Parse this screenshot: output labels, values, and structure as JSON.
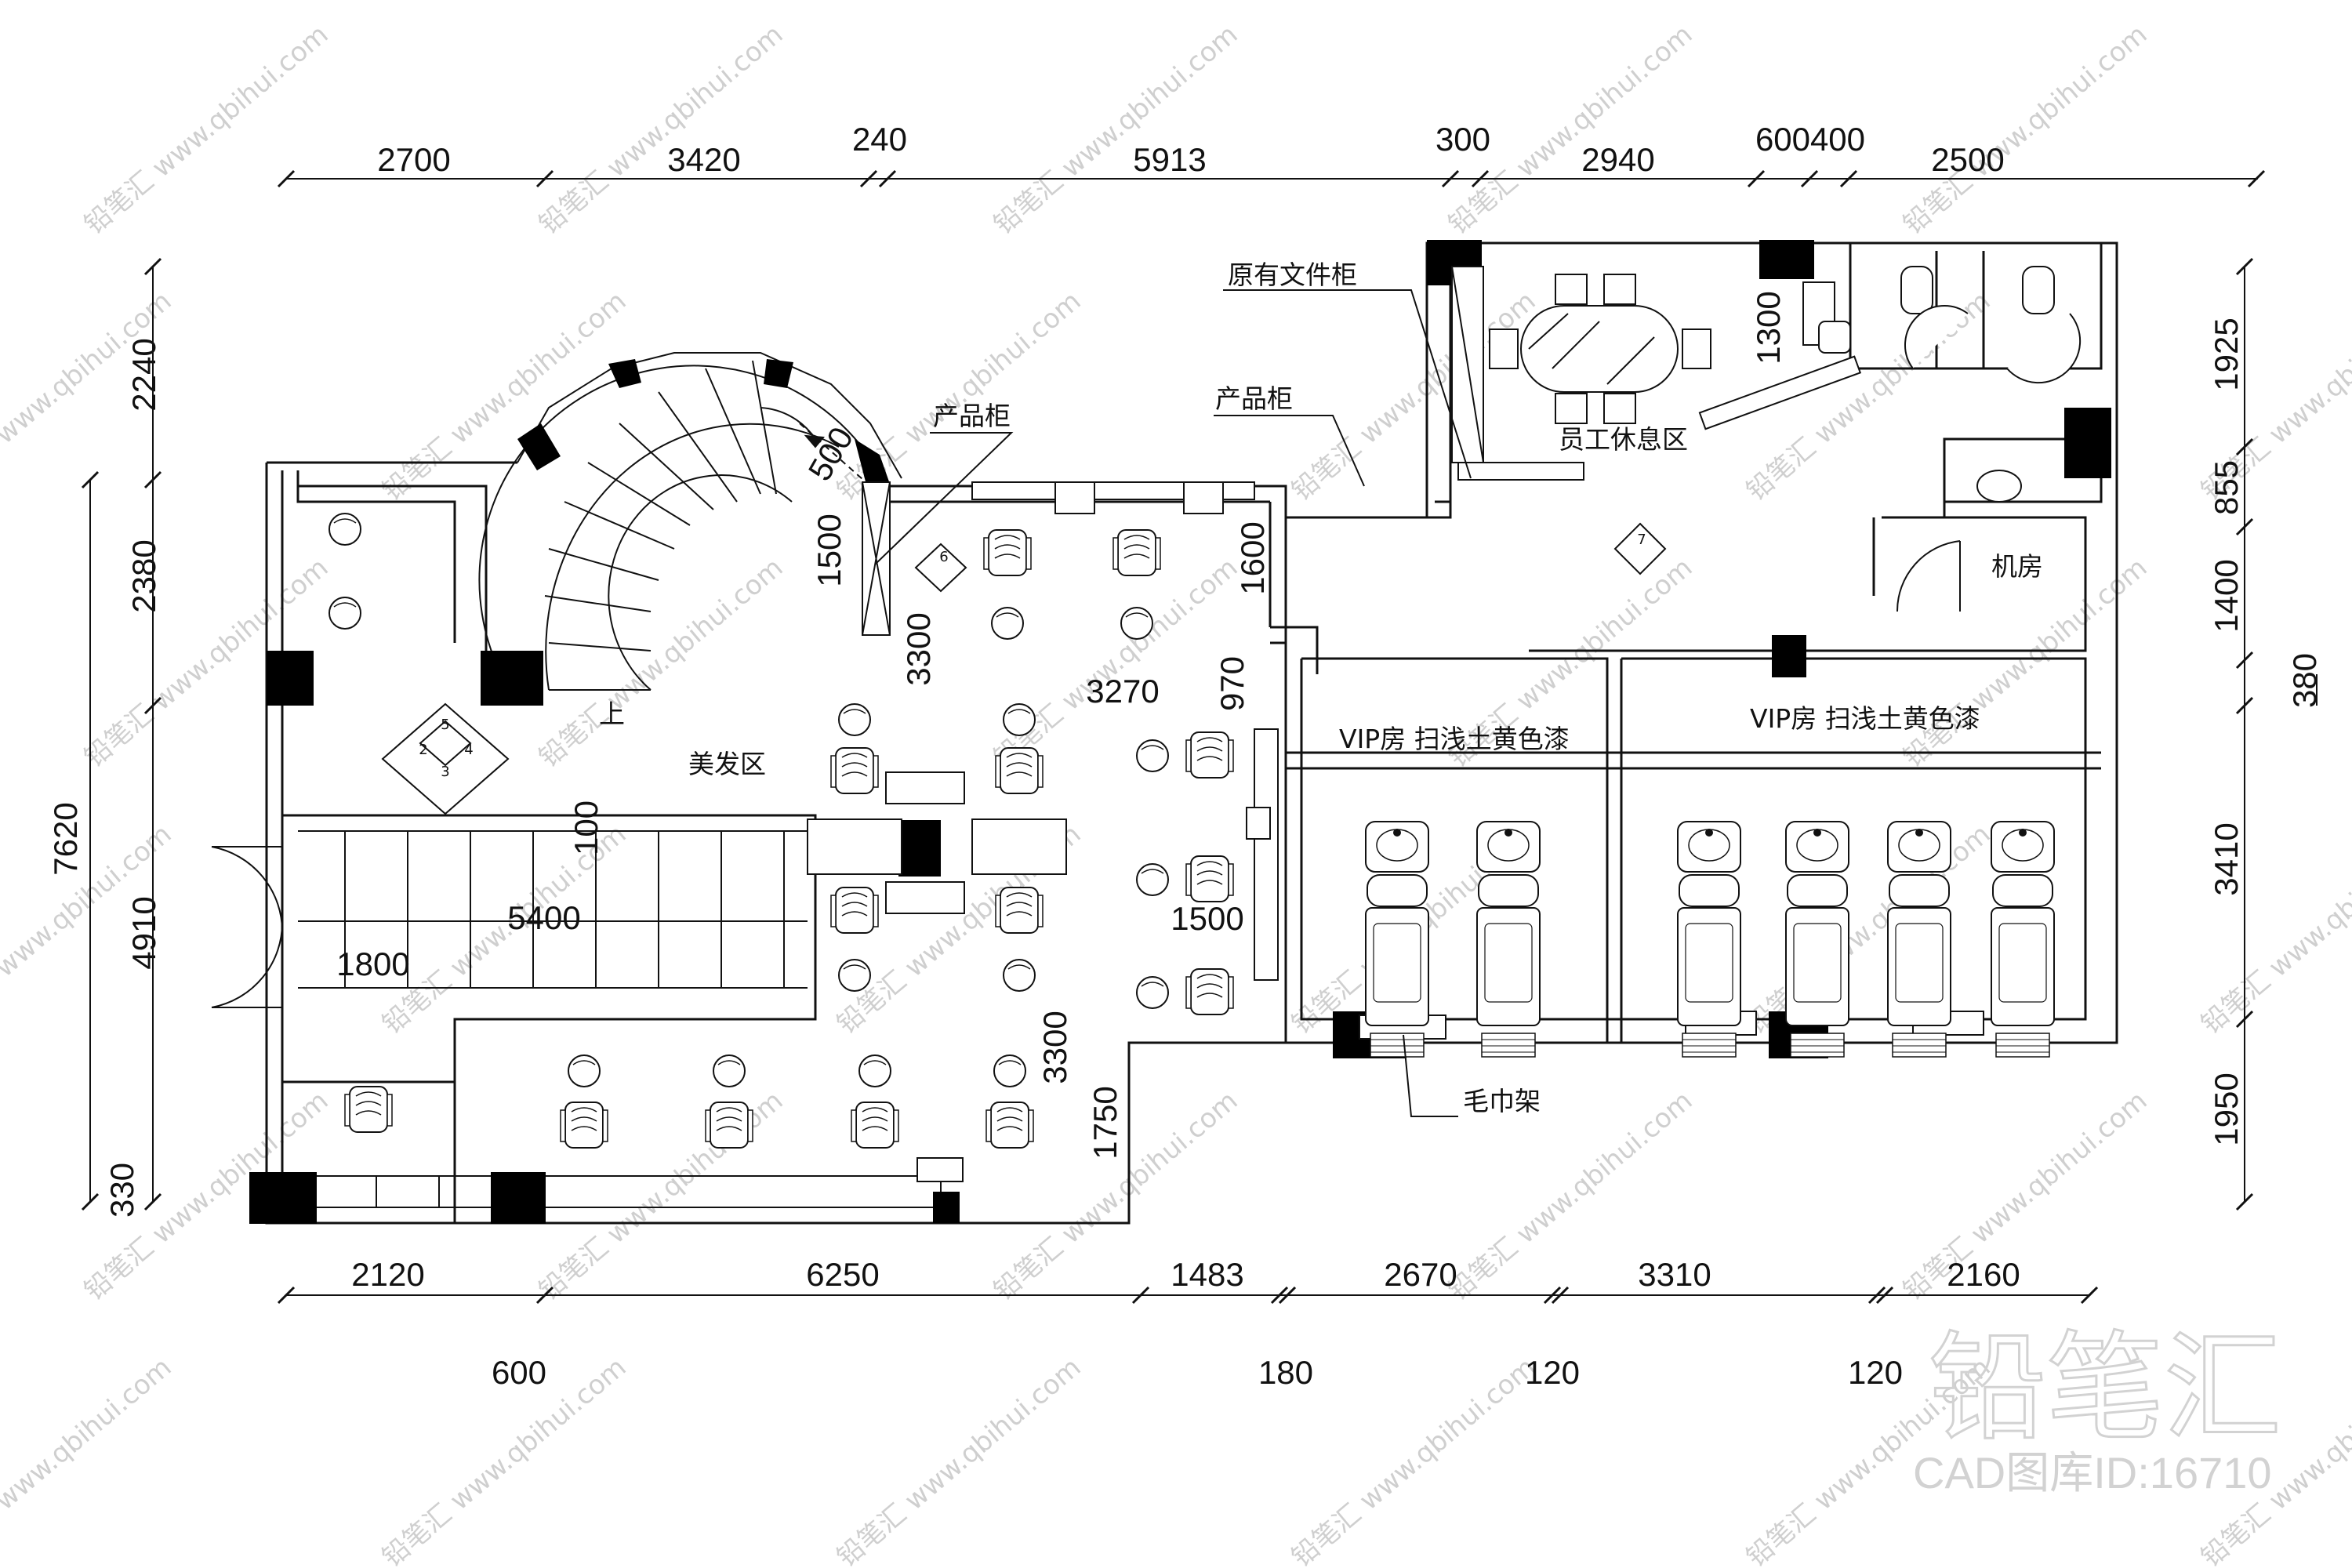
{
  "plan": {
    "dimensions": {
      "top": [
        "2700",
        "3420",
        "240",
        "5913",
        "300",
        "2940",
        "600",
        "400",
        "2500"
      ],
      "bottom_row1": [
        "2120",
        "6250",
        "1483",
        "2670",
        "3310",
        "2160"
      ],
      "bottom_row2": [
        "600",
        "180",
        "120",
        "120"
      ],
      "left_outer": [
        "2240",
        "7620"
      ],
      "left_inner": [
        "2380",
        "4910",
        "330"
      ],
      "right": [
        "1925",
        "855",
        "1400",
        "380",
        "3410",
        "1950"
      ],
      "interior": {
        "stair_500": "500",
        "product_cab_1500": "1500",
        "product_cab_1600": "1600",
        "aisle_3300_top": "3300",
        "width_3270": "3270",
        "gap_970": "970",
        "gap_100": "100",
        "bench_5400": "5400",
        "entry_1800": "1800",
        "mid_1500": "1500",
        "aisle_3300_bottom": "3300",
        "gap_1750": "1750",
        "staff_1300": "1300"
      }
    },
    "labels": {
      "original_file_cabinet": "原有文件柜",
      "product_cabinet_a": "产品柜",
      "product_cabinet_b": "产品柜",
      "staff_lounge": "员工休息区",
      "machine_room": "机房",
      "hair_area": "美发区",
      "stairs_up": "上",
      "vip_room_1": "VIP房  扫浅土黄色漆",
      "vip_room_2": "VIP房  扫浅土黄色漆",
      "towel_rack": "毛巾架"
    },
    "index_marks": {
      "cluster": [
        "5",
        "2",
        "4",
        "3"
      ],
      "mark_6": "6",
      "mark_7": "7"
    }
  },
  "watermark": {
    "text": "铅笔汇 www.qbihui.com",
    "brand": "铅笔汇",
    "id_text": "CAD图库ID:16710"
  },
  "colors": {
    "line": "#111111",
    "fill_column": "#000000",
    "watermark": "#d0d0d0"
  }
}
